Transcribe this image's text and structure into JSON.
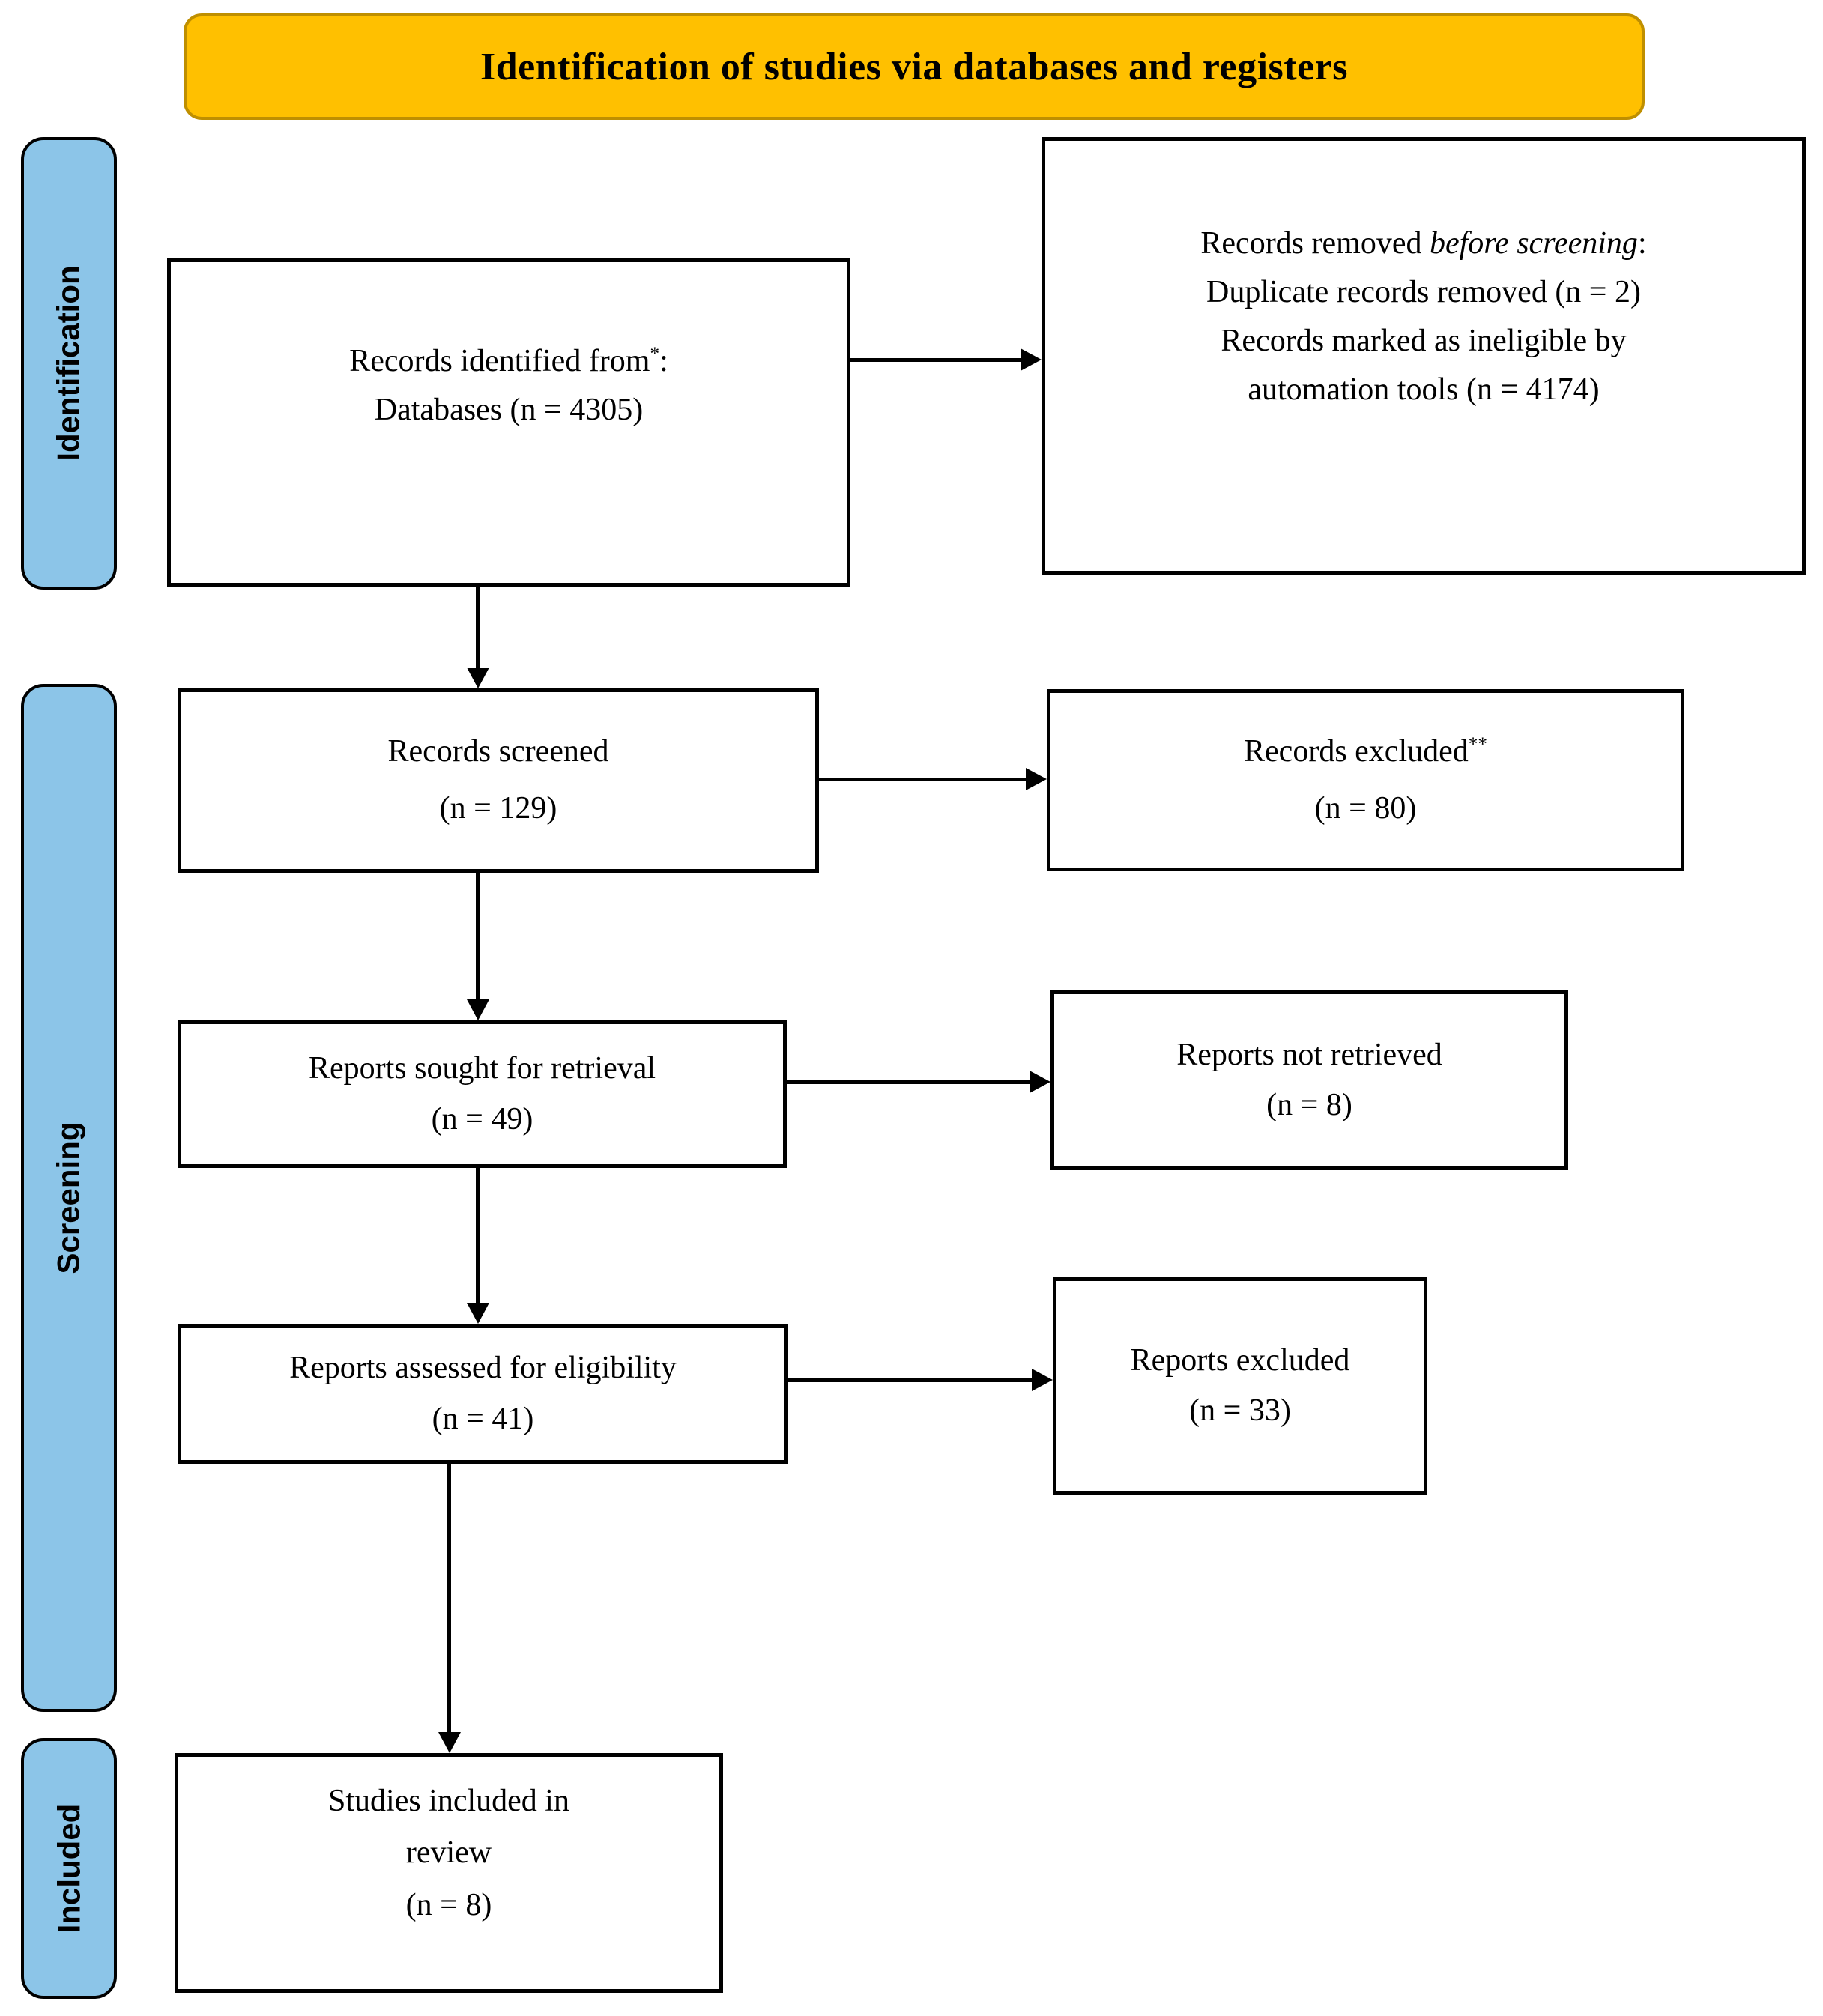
{
  "banner": {
    "label": "Identification of studies via databases and registers"
  },
  "sidebar": {
    "identification": "Identification",
    "screening": "Screening",
    "included": "Included"
  },
  "boxes": {
    "records_identified": {
      "line1": "Records identified from",
      "line1_sup": "*",
      "line1_end": ":",
      "line2": "Databases (n = 4305)"
    },
    "records_removed": {
      "line1_prefix": "Records removed ",
      "line1_italic": "before screening",
      "line1_end": ":",
      "line2": "Duplicate records removed (n = 2)",
      "line3": "Records marked as ineligible by",
      "line4": "automation tools (n = 4174)"
    },
    "records_screened": {
      "line1": "Records screened",
      "line2": "(n = 129)"
    },
    "records_excluded": {
      "line1": "Records excluded",
      "line1_sup": "**",
      "line2": "(n = 80)"
    },
    "reports_sought": {
      "line1": "Reports sought for retrieval",
      "line2": "(n = 49)"
    },
    "reports_not_retrieved": {
      "line1": "Reports not retrieved",
      "line2": "(n = 8)"
    },
    "reports_assessed": {
      "line1": "Reports assessed for eligibility",
      "line2": "(n = 41)"
    },
    "reports_excluded": {
      "line1": "Reports excluded",
      "line2": "(n = 33)"
    },
    "studies_included": {
      "line1": "Studies included in",
      "line2": "review",
      "line3": "(n = 8)"
    }
  },
  "colors": {
    "banner_bg": "#FFC000",
    "banner_border": "#BF8F00",
    "stage_label_bg": "#8CC5E8",
    "box_border": "#000000",
    "arrow": "#000000",
    "background": "#FFFFFF"
  }
}
